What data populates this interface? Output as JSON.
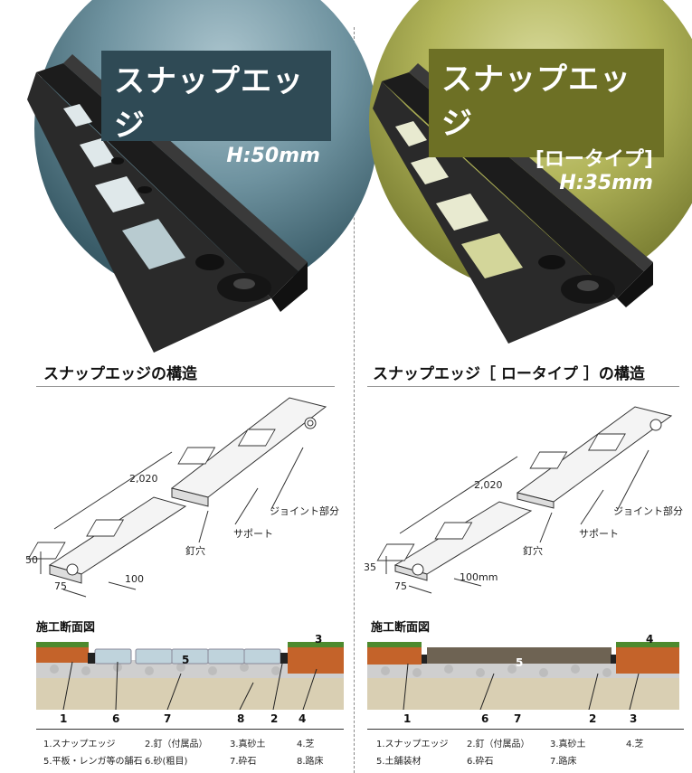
{
  "left": {
    "product_name": "スナップエッジ",
    "height_label": "H:50mm",
    "section_title": "スナップエッジの構造",
    "dims": {
      "length": "2,020",
      "height": "50",
      "width": "75",
      "spacing": "100"
    },
    "callouts": {
      "joint": "ジョイント部分",
      "support": "サポート",
      "nail_hole": "釘穴"
    },
    "cross_section_title": "施工断面図",
    "cs_numbers": [
      "1",
      "6",
      "7",
      "8",
      "2",
      "3",
      "4",
      "5"
    ],
    "legend": [
      [
        "1.スナップエッジ",
        "2.釘（付属品）",
        "3.真砂土",
        "4.芝"
      ],
      [
        "5.平板・レンガ等の舗石",
        "6.砂(粗目)",
        "7.砕石",
        "8.路床"
      ]
    ],
    "colors": {
      "accent": "#2f4a55"
    }
  },
  "right": {
    "product_name": "スナップエッジ",
    "type_label": "[ロータイプ]",
    "height_label": "H:35mm",
    "section_title": "スナップエッジ［ ロータイプ ］の構造",
    "dims": {
      "length": "2,020",
      "height": "35",
      "width": "75",
      "spacing": "100mm"
    },
    "callouts": {
      "joint": "ジョイント部分",
      "support": "サポート",
      "nail_hole": "釘穴"
    },
    "cross_section_title": "施工断面図",
    "cs_numbers": [
      "1",
      "6",
      "7",
      "2",
      "3",
      "4",
      "5"
    ],
    "legend": [
      [
        "1.スナップエッジ",
        "2.釘（付属品）",
        "3.真砂土",
        "4.芝"
      ],
      [
        "5.土舗装材",
        "6.砕石",
        "7.路床"
      ]
    ],
    "colors": {
      "accent": "#6d7025"
    }
  }
}
